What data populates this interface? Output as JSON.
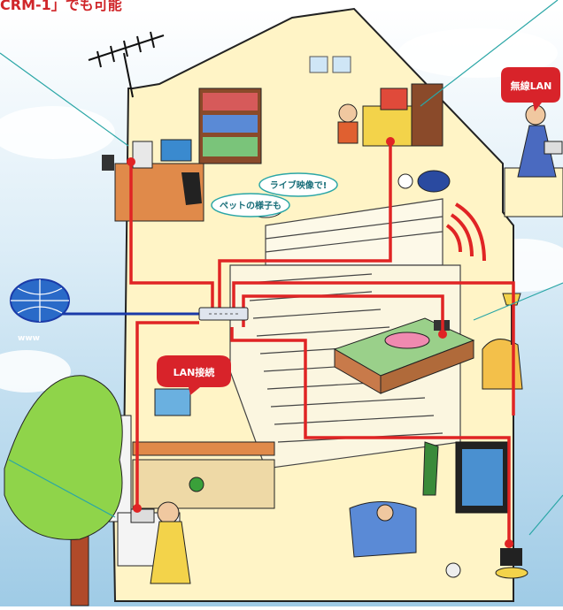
{
  "header": {
    "title": "CRM-1」でも可能"
  },
  "labels": {
    "wireless_lan": "無線LAN",
    "lan_connection": "LAN接続",
    "live_video": "ライブ映像で!",
    "pet_status": "ペットの様子も",
    "internet": "www"
  },
  "colors": {
    "lan_cable": "#e02424",
    "wireless_badge": "#d8232a",
    "house_wall": "#fff3c4",
    "sky": "#bfe0f2",
    "leader_line": "#2aa6a6"
  }
}
